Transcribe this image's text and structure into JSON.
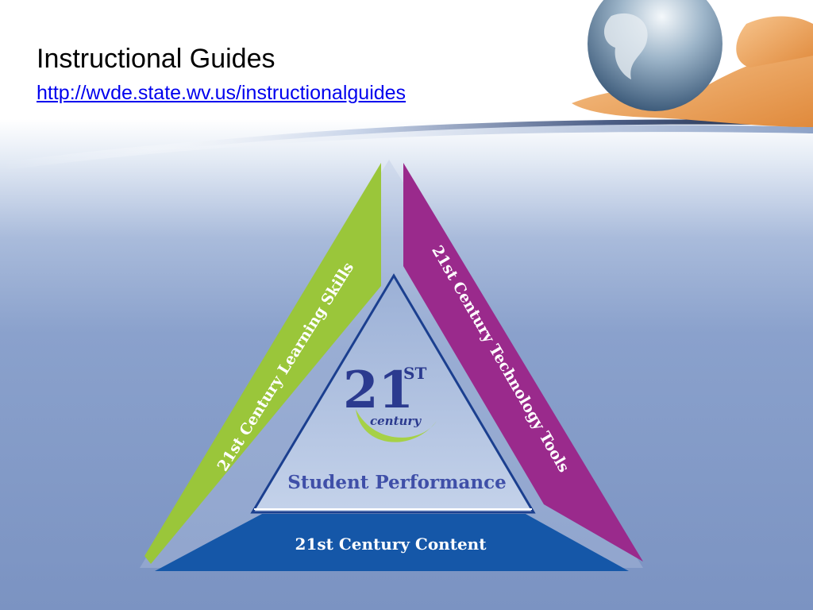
{
  "slide": {
    "title": "Instructional Guides",
    "link": "http://wvde.state.wv.us/instructionalguides"
  },
  "diagram": {
    "left_label": "21st Century Learning Skills",
    "right_label": "21st Century Technology Tools",
    "bottom_label": "21st Century Content",
    "center_label": "Student Performance",
    "logo_number": "21",
    "logo_superscript": "ST",
    "logo_word": "century"
  },
  "colors": {
    "left": "#9ac63a",
    "right": "#9a2a8c",
    "bottom": "#1557a8",
    "center_text": "#3f4fa8",
    "logo": "#2b3a8f",
    "swoosh": "#a6d146"
  }
}
